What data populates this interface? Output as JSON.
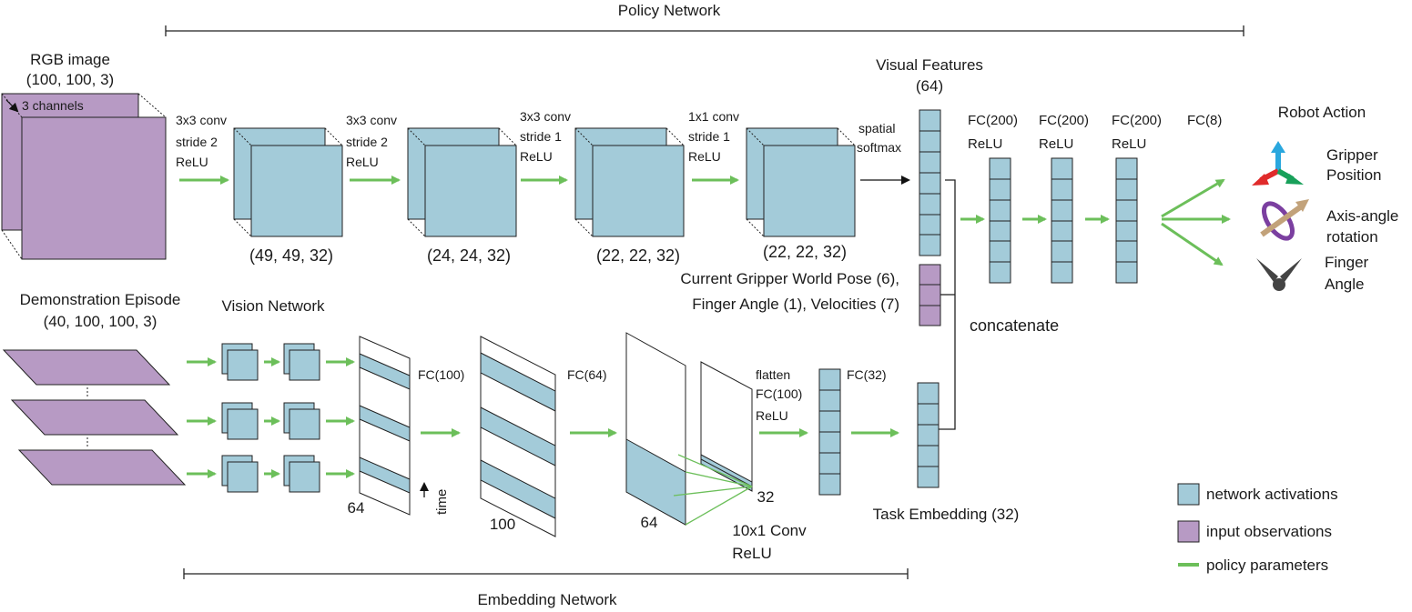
{
  "colors": {
    "activation": "#a3cbd9",
    "observation": "#b79ac4",
    "parameter": "#6cbf5a",
    "outline": "#222222"
  },
  "headers": {
    "policy_network": "Policy Network",
    "embedding_network": "Embedding Network"
  },
  "policy": {
    "rgb_title": "RGB image",
    "rgb_shape": "(100, 100, 3)",
    "channels": "3 channels",
    "conv1": [
      "3x3 conv",
      "stride 2",
      "ReLU"
    ],
    "conv2": [
      "3x3 conv",
      "stride 2",
      "ReLU"
    ],
    "conv3": [
      "3x3 conv",
      "stride 1",
      "ReLU"
    ],
    "conv4": [
      "1x1 conv",
      "stride 1",
      "ReLU"
    ],
    "shapes": [
      "(49, 49, 32)",
      "(24, 24, 32)",
      "(22, 22, 32)",
      "(22, 22, 32)"
    ],
    "spatial": [
      "spatial",
      "softmax"
    ],
    "visual_title": "Visual Features",
    "visual_dim": "(64)",
    "gripper_lines": [
      "Current Gripper World Pose (6),",
      "Finger Angle (1), Velocities (7)"
    ],
    "concatenate": "concatenate",
    "fc_layers": [
      {
        "name": "FC(200)",
        "act": "ReLU"
      },
      {
        "name": "FC(200)",
        "act": "ReLU"
      },
      {
        "name": "FC(200)",
        "act": "ReLU"
      },
      {
        "name": "FC(8)",
        "act": ""
      }
    ]
  },
  "robot_action": {
    "title": "Robot Action",
    "outputs": [
      {
        "icon": "gripper-position-icon",
        "lines": [
          "Gripper",
          "Position"
        ]
      },
      {
        "icon": "axis-angle-rotation-icon",
        "lines": [
          "Axis-angle",
          "rotation"
        ]
      },
      {
        "icon": "finger-angle-icon",
        "lines": [
          "Finger",
          "Angle"
        ]
      }
    ]
  },
  "embedding": {
    "demo_title": "Demonstration Episode",
    "demo_shape": "(40, 100, 100, 3)",
    "vision_network": "Vision Network",
    "fc100": "FC(100)",
    "fc64": "FC(64)",
    "time": "time",
    "dim_64a": "64",
    "dim_100": "100",
    "dim_64b": "64",
    "dim_32": "32",
    "conv_label": [
      "10x1 Conv",
      "ReLU"
    ],
    "flatten": [
      "flatten",
      "FC(100)",
      "ReLU"
    ],
    "fc32": "FC(32)",
    "task_embedding": "Task Embedding (32)"
  },
  "legend": [
    {
      "swatch": "activation",
      "label": "network activations"
    },
    {
      "swatch": "observation",
      "label": "input observations"
    },
    {
      "swatch": "parameter",
      "label": "policy parameters"
    }
  ]
}
